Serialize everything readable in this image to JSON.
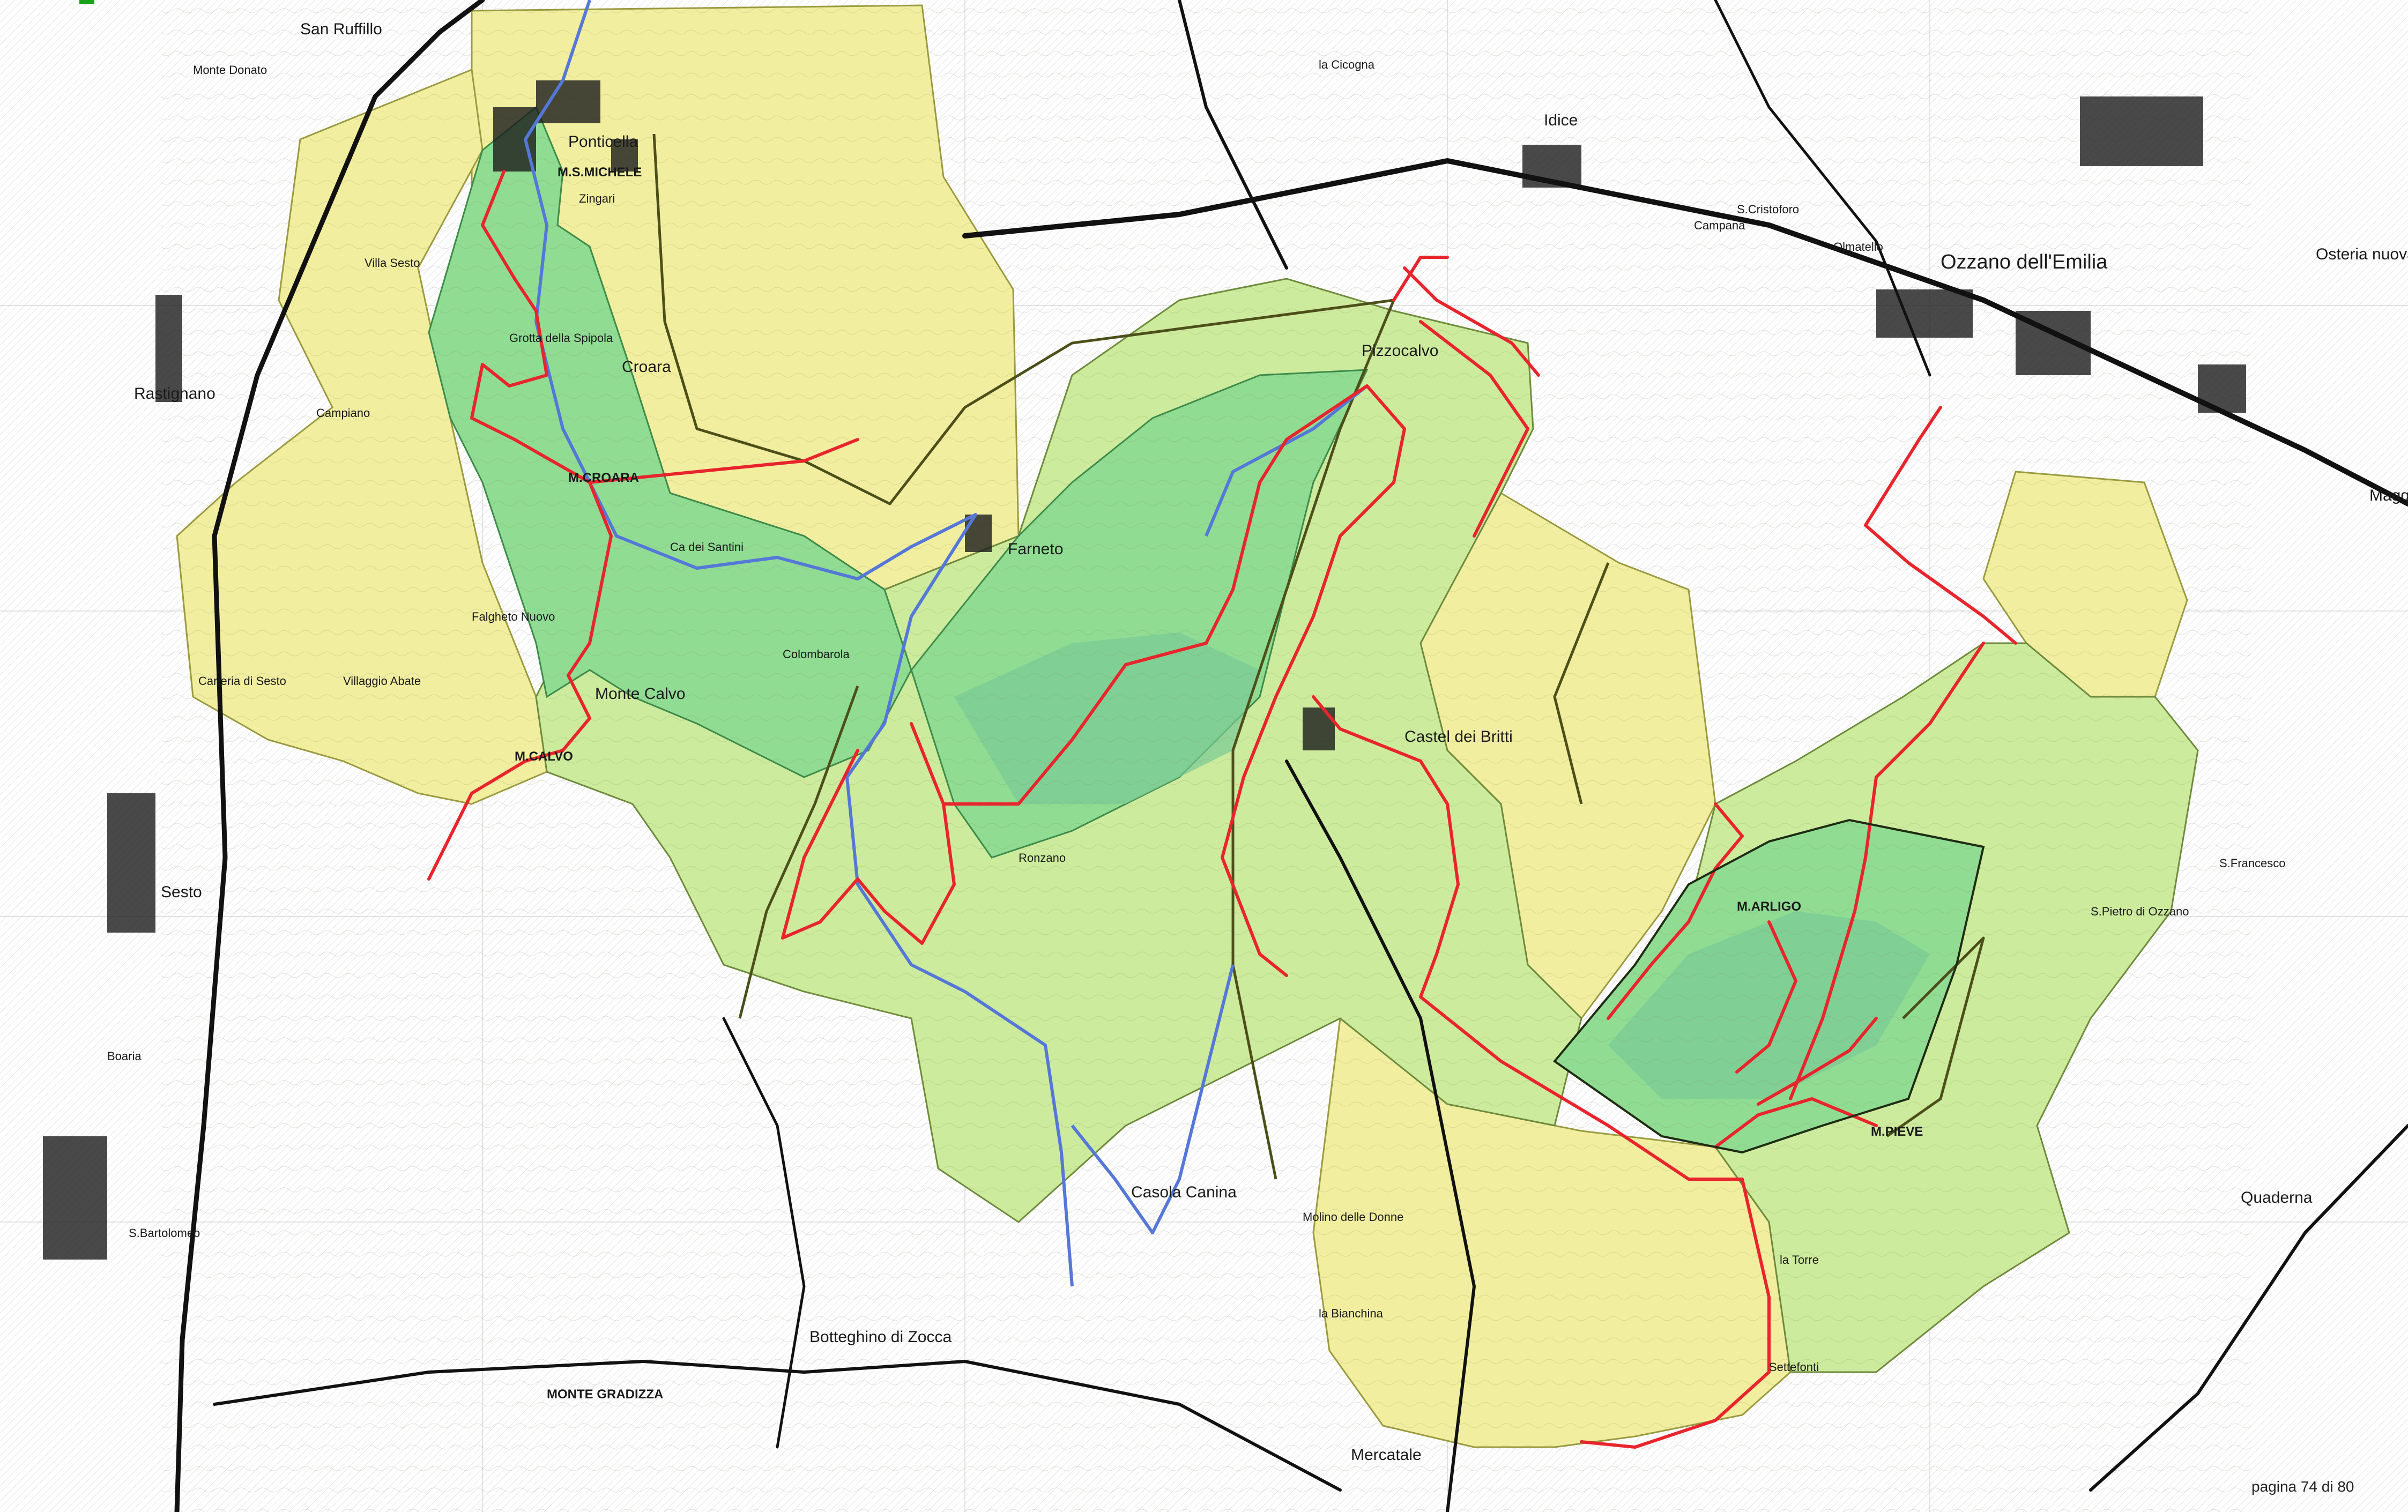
{
  "colors": {
    "background": "#ffffff",
    "park_core_green": "#8fdc92",
    "park_inner_green": "#79c995",
    "light_green": "#cdeb9d",
    "yellow_zone": "#f1ef9f",
    "trail_red": "#e8242c",
    "river_blue": "#5577d8",
    "road_black": "#111111",
    "path_olive": "#4d4f1a",
    "corner_mark_green": "#19a119"
  },
  "map": {
    "zones": [
      "park-core",
      "pre-park-light-green",
      "contiguous-yellow"
    ],
    "features": [
      "trail-network",
      "river",
      "roads",
      "settlements",
      "contours"
    ]
  },
  "labels": [
    {
      "id": "san-ruffillo",
      "text": "San Ruffillo",
      "cls": "town"
    },
    {
      "id": "monte-donato",
      "text": "Monte Donato",
      "cls": ""
    },
    {
      "id": "ponticella",
      "text": "Ponticella",
      "cls": "town"
    },
    {
      "id": "m-s-michele",
      "text": "M.S.MICHELE",
      "cls": "peak"
    },
    {
      "id": "zingari",
      "text": "Zingari",
      "cls": ""
    },
    {
      "id": "rastignano",
      "text": "Rastignano",
      "cls": "town"
    },
    {
      "id": "campiano",
      "text": "Campiano",
      "cls": ""
    },
    {
      "id": "croara",
      "text": "Croara",
      "cls": "town"
    },
    {
      "id": "m-croara",
      "text": "M.CROARA",
      "cls": "peak"
    },
    {
      "id": "grotta-della-spipola",
      "text": "Grotta della Spipola",
      "cls": ""
    },
    {
      "id": "farneto",
      "text": "Farneto",
      "cls": "town"
    },
    {
      "id": "monte-calvo",
      "text": "Monte Calvo",
      "cls": "town"
    },
    {
      "id": "m-calvo",
      "text": "M.CALVO",
      "cls": "peak"
    },
    {
      "id": "fulgheto-nuovo",
      "text": "Falgheto Nuovo",
      "cls": ""
    },
    {
      "id": "villaggio-abate",
      "text": "Villaggio Abate",
      "cls": ""
    },
    {
      "id": "carteria-di-sesto",
      "text": "Carteria di Sesto",
      "cls": ""
    },
    {
      "id": "sesto",
      "text": "Sesto",
      "cls": "town"
    },
    {
      "id": "boaria",
      "text": "Boaria",
      "cls": ""
    },
    {
      "id": "s-bartolomeo",
      "text": "S.Bartolomeo",
      "cls": ""
    },
    {
      "id": "botteghino-di-zocca",
      "text": "Botteghino di Zocca",
      "cls": "town"
    },
    {
      "id": "monte-gradizza",
      "text": "MONTE GRADIZZA",
      "cls": "peak"
    },
    {
      "id": "pizzocalvo",
      "text": "Pizzocalvo",
      "cls": "town"
    },
    {
      "id": "castel-dei-britti",
      "text": "Castel dei Britti",
      "cls": "town"
    },
    {
      "id": "ozzano-dell-emilia",
      "text": "Ozzano dell'Emilia",
      "cls": "big"
    },
    {
      "id": "idice",
      "text": "Idice",
      "cls": "town"
    },
    {
      "id": "campana",
      "text": "Campana",
      "cls": ""
    },
    {
      "id": "s-cristoforo",
      "text": "S.Cristoforo",
      "cls": ""
    },
    {
      "id": "olmatello",
      "text": "Olmatello",
      "cls": ""
    },
    {
      "id": "m-arligo",
      "text": "M.ARLIGO",
      "cls": "peak"
    },
    {
      "id": "m-pieve",
      "text": "M.PIEVE",
      "cls": "peak"
    },
    {
      "id": "casola-canina",
      "text": "Casola Canina",
      "cls": "town"
    },
    {
      "id": "la-bianchina",
      "text": "la Bianchina",
      "cls": ""
    },
    {
      "id": "molino-delle-donne",
      "text": "Molino delle Donne",
      "cls": ""
    },
    {
      "id": "mercatale",
      "text": "Mercatale",
      "cls": "town"
    },
    {
      "id": "osteria-nuova",
      "text": "Osteria nuova",
      "cls": "town"
    },
    {
      "id": "maggio",
      "text": "Maggio",
      "cls": "town"
    },
    {
      "id": "s-pietro-di-ozzano",
      "text": "S.Pietro di Ozzano",
      "cls": ""
    },
    {
      "id": "la-cicogna",
      "text": "la Cicogna",
      "cls": ""
    },
    {
      "id": "s-francesco",
      "text": "S.Francesco",
      "cls": ""
    },
    {
      "id": "quaderna",
      "text": "Quaderna",
      "cls": "town"
    },
    {
      "id": "palazzo-san-vittore",
      "text": "Villa Sesto",
      "cls": ""
    },
    {
      "id": "colombara",
      "text": "Colombarola",
      "cls": ""
    },
    {
      "id": "ca-dei-santini",
      "text": "Ca dei Santini",
      "cls": ""
    },
    {
      "id": "ronzano",
      "text": "Ronzano",
      "cls": ""
    },
    {
      "id": "la-torre",
      "text": "la Torre",
      "cls": ""
    },
    {
      "id": "settefonti",
      "text": "Settefonti",
      "cls": ""
    },
    {
      "id": "footer-page",
      "text": "pagina 74 di 80",
      "cls": "footer"
    }
  ]
}
